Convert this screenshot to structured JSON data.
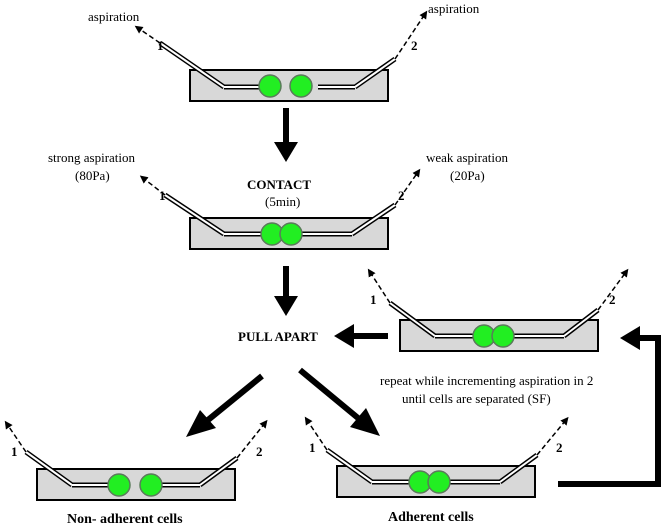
{
  "labels": {
    "aspiration_left": "aspiration",
    "aspiration_right": "aspiration",
    "strong_aspiration": "strong aspiration",
    "strong_pressure": "(80Pa)",
    "weak_aspiration": "weak aspiration",
    "weak_pressure": "(20Pa)",
    "contact": "CONTACT",
    "contact_time": "(5min)",
    "pull_apart": "PULL APART",
    "repeat_line1": "repeat while incrementing aspiration in 2",
    "repeat_line2": "until cells are separated (SF)",
    "non_adherent": "Non- adherent cells",
    "adherent": "Adherent cells",
    "pipette_1": "1",
    "pipette_2": "2"
  },
  "colors": {
    "cell_fill": "#22ee22",
    "cell_stroke": "#5a7a5a",
    "chamber_fill": "#d8d8d8",
    "arrow": "#000000"
  }
}
